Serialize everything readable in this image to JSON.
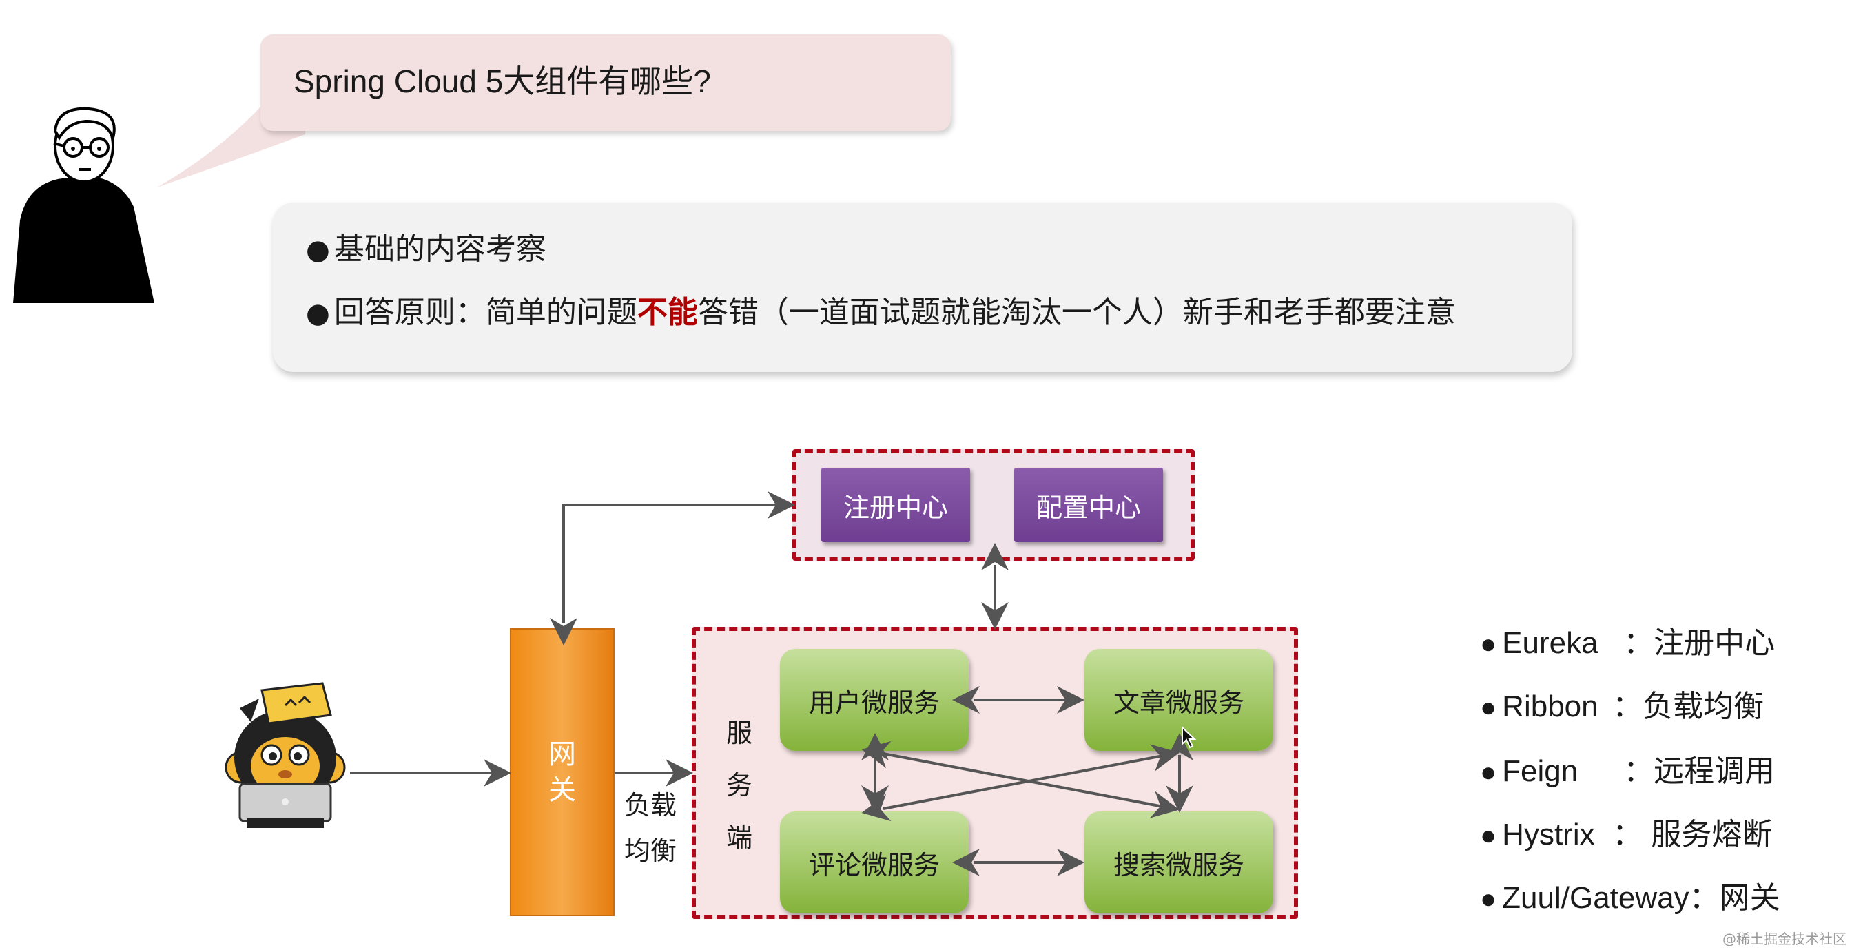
{
  "question": "Spring Cloud 5大组件有哪些?",
  "answer_points": {
    "point1": "基础的内容考察",
    "point2_prefix": "回答原则：简单的问题",
    "point2_emphasis": "不能",
    "point2_suffix": "答错（一道面试题就能淘汰一个人）新手和老手都要注意"
  },
  "diagram": {
    "registry": "注册中心",
    "config_center": "配置中心",
    "gateway_line1": "网",
    "gateway_line2": "关",
    "load_balance_line1": "负载",
    "load_balance_line2": "均衡",
    "server_side_chars": [
      "服",
      "务",
      "端"
    ],
    "services": {
      "user": "用户微服务",
      "article": "文章微服务",
      "comment": "评论微服务",
      "search": "搜索微服务"
    }
  },
  "components": [
    {
      "name": "Eureka",
      "desc": "：注册中心"
    },
    {
      "name": "Ribbon",
      "desc": "：负载均衡"
    },
    {
      "name": "Feign",
      "desc": "：远程调用"
    },
    {
      "name": "Hystrix",
      "desc": "： 服务熔断"
    },
    {
      "name": "Zuul/Gateway",
      "desc": "：网关"
    }
  ],
  "watermark": "@稀土掘金技术社区",
  "colors": {
    "emphasis": "#b00000",
    "dashed_border": "#b00a1a",
    "purple_box": "#7a4a9e",
    "green_box": "#9cc45a",
    "gateway": "#f08a14",
    "arrow": "#555555"
  }
}
